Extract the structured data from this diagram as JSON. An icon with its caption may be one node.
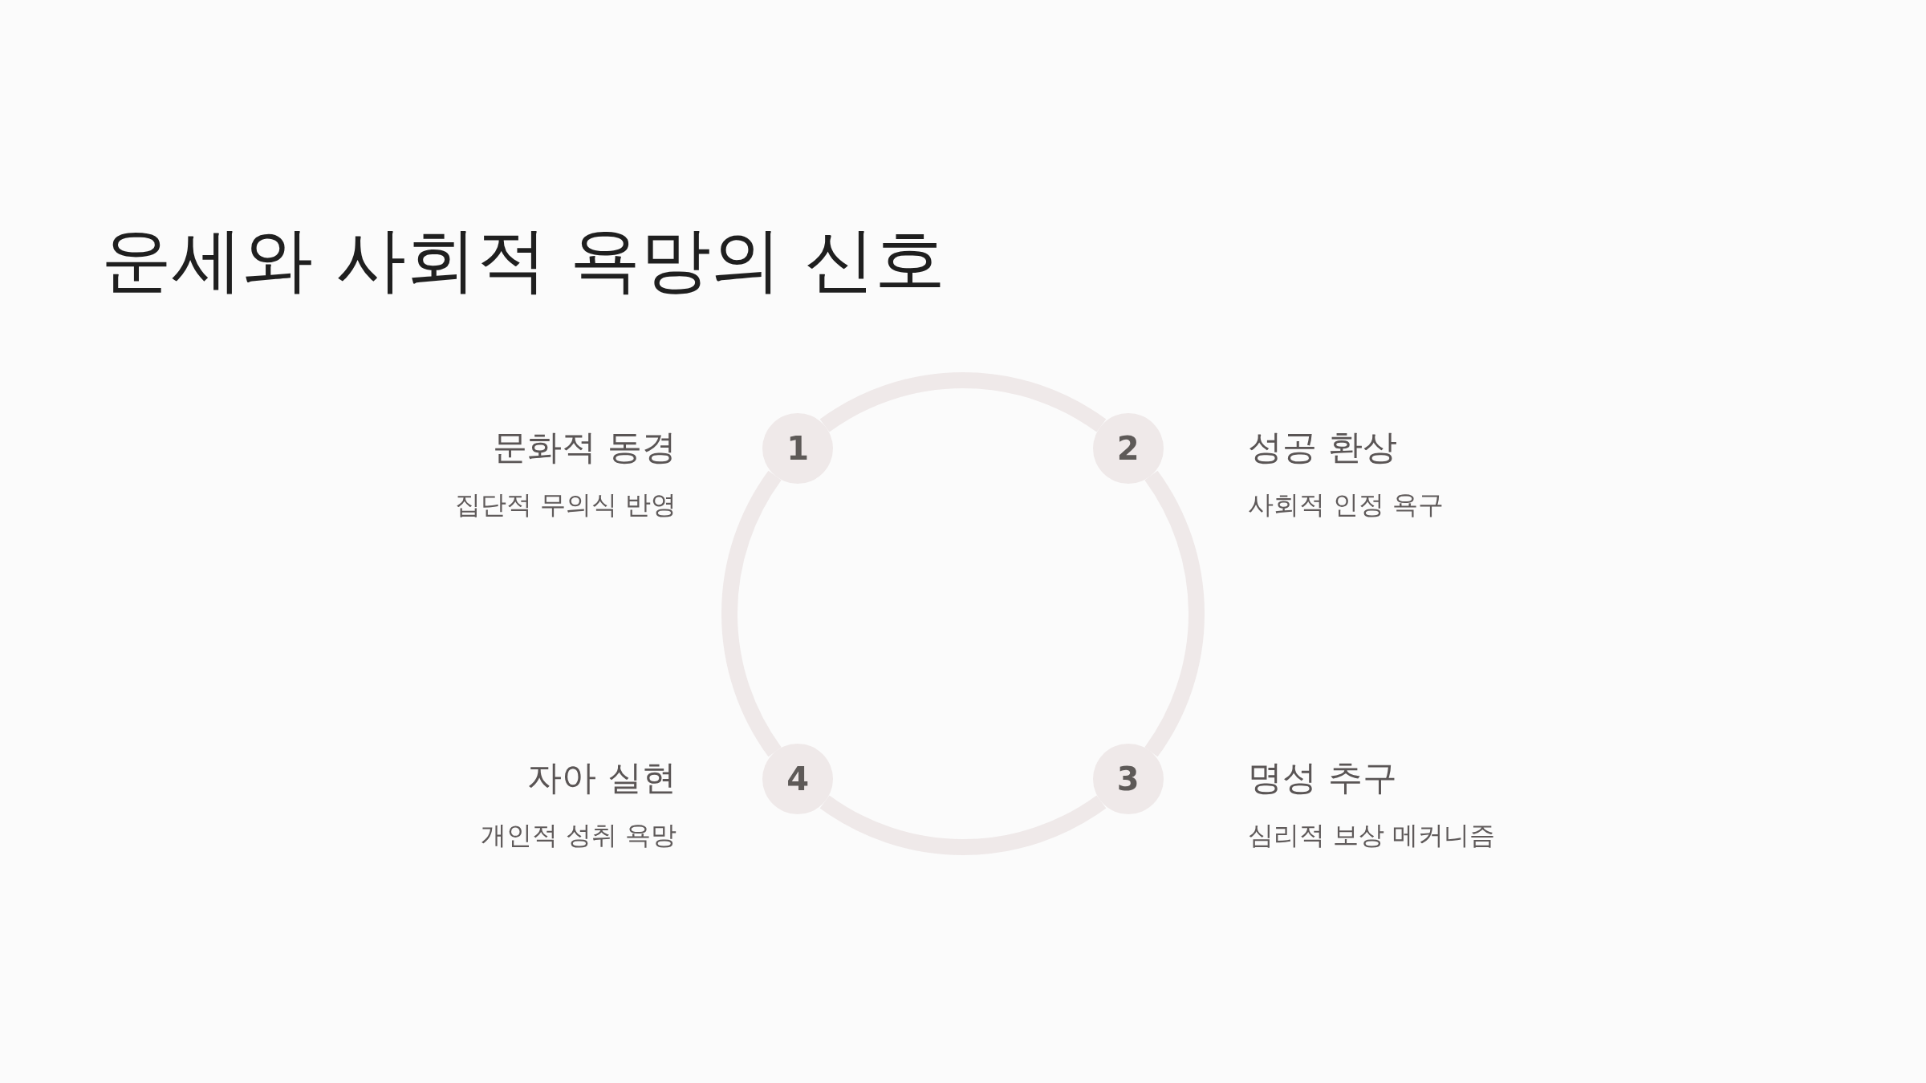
{
  "diagram": {
    "title": "운세와 사회적 욕망의 신호",
    "nodes": [
      {
        "text": [
          "1"
        ],
        "beside": [
          "문화적 동경",
          "집단적 무의식 반영"
        ]
      },
      {
        "text": [
          "2"
        ],
        "beside": [
          "성공 환상",
          "사회적 인정 욕구"
        ]
      },
      {
        "text": [
          "3"
        ],
        "beside": [
          "명성 추구",
          "심리적 보상 메커니즘"
        ]
      },
      {
        "text": [
          "4"
        ],
        "beside": [
          "자아 실현",
          "개인적 성취 욕망"
        ]
      }
    ],
    "edges": [
      {
        "from": 0,
        "to": 1,
        "arrow": "none"
      },
      {
        "from": 1,
        "to": 2,
        "arrow": "none"
      },
      {
        "from": 2,
        "to": 3,
        "arrow": "none"
      },
      {
        "from": 3,
        "to": 0,
        "arrow": "none"
      }
    ]
  }
}
